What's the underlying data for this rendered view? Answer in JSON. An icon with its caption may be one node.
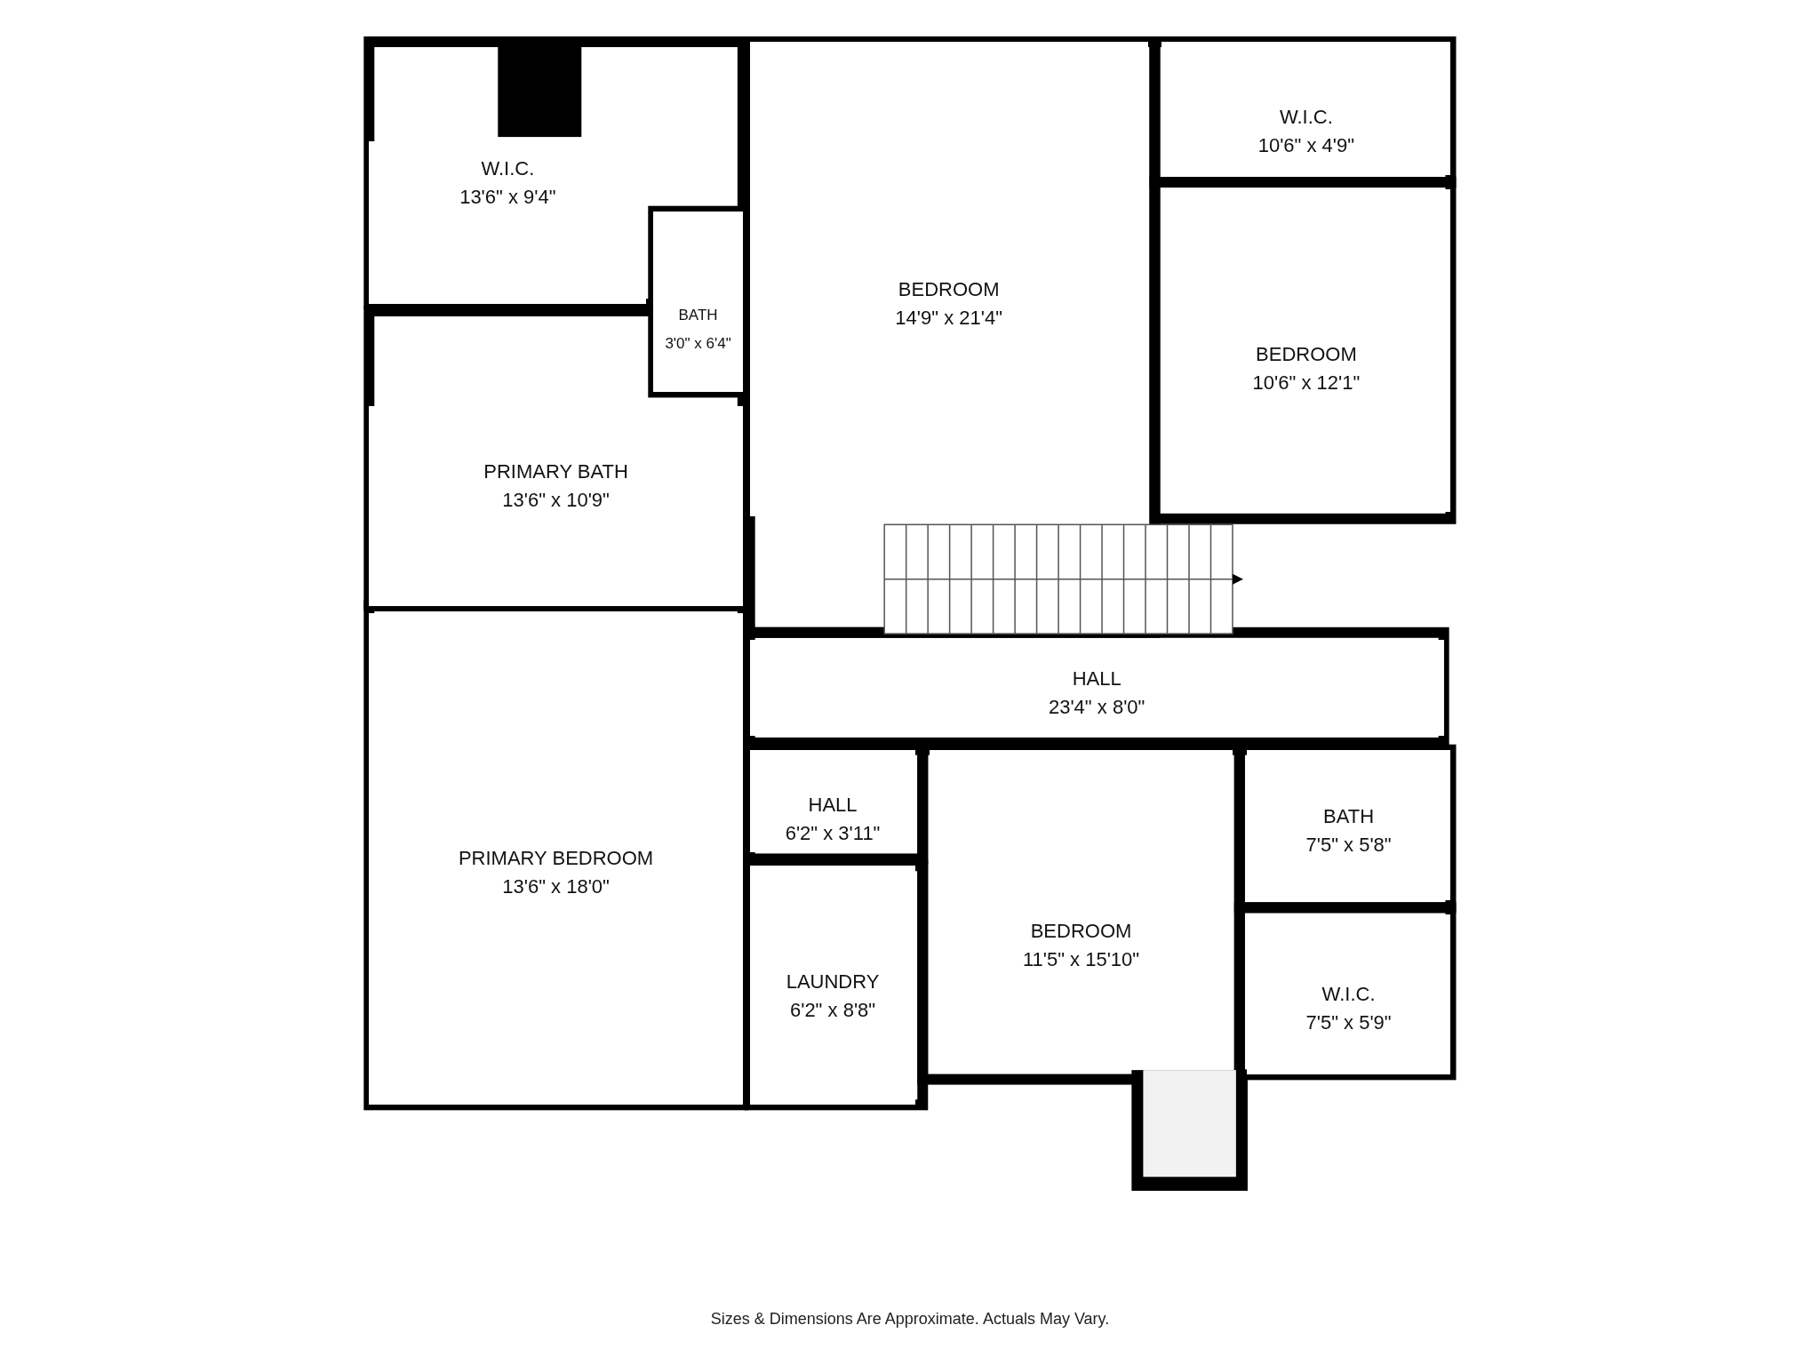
{
  "diagram": {
    "caption": "Sizes & Dimensions Are Approximate. Actuals May Vary.",
    "nodes": [
      {
        "text": [
          "W.I.C.",
          "13'6\" x 9'4\""
        ]
      },
      {
        "text": [
          "BATH",
          "3'0\" x 6'4\""
        ]
      },
      {
        "text": [
          "PRIMARY BATH",
          "13'6\" x 10'9\""
        ]
      },
      {
        "text": [
          "PRIMARY BEDROOM",
          "13'6\" x 18'0\""
        ]
      },
      {
        "text": [
          "BEDROOM",
          "14'9\" x 21'4\""
        ]
      },
      {
        "text": [
          "W.I.C.",
          "10'6\" x 4'9\""
        ]
      },
      {
        "text": [
          "BEDROOM",
          "10'6\" x 12'1\""
        ]
      },
      {
        "text": [
          "HALL",
          "23'4\" x 8'0\""
        ]
      },
      {
        "text": [
          "HALL",
          "6'2\" x 3'11\""
        ]
      },
      {
        "text": [
          "LAUNDRY",
          "6'2\" x 8'8\""
        ]
      },
      {
        "text": [
          "BEDROOM",
          "11'5\" x 15'10\""
        ]
      },
      {
        "text": [
          "BATH",
          "7'5\" x 5'8\""
        ]
      },
      {
        "text": [
          "W.I.C.",
          "7'5\" x 5'9\""
        ]
      }
    ]
  }
}
